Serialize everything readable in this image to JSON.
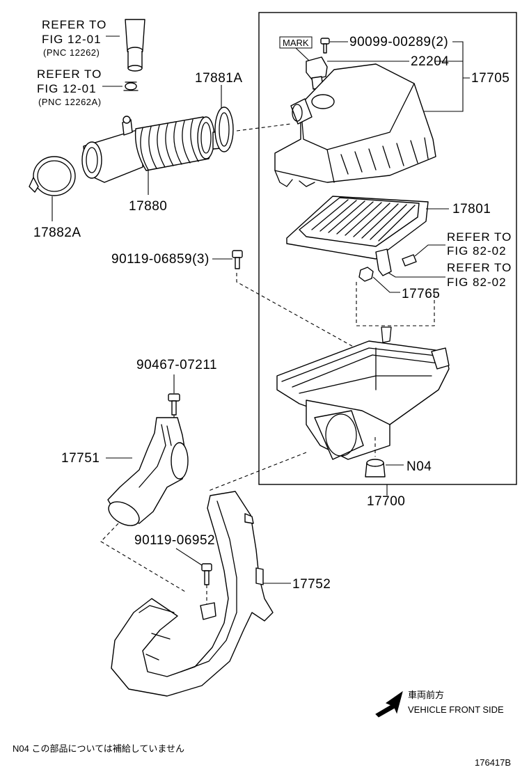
{
  "references": [
    {
      "line1": "REFER TO",
      "line2": "FIG 12-01",
      "line3": "(PNC 12262)"
    },
    {
      "line1": "REFER TO",
      "line2": "FIG 12-01",
      "line3": "(PNC 12262A)"
    },
    {
      "line1": "REFER TO",
      "line2": "FIG 82-02"
    },
    {
      "line1": "REFER TO",
      "line2": "FIG 82-02"
    }
  ],
  "parts": {
    "p17881A": "17881A",
    "p17880": "17880",
    "p17882A": "17882A",
    "p90099": "90099-00289(2)",
    "p22204": "22204",
    "p17705": "17705",
    "mark": "MARK",
    "p17801": "17801",
    "p90119a": "90119-06859(3)",
    "p17765": "17765",
    "p90467": "90467-07211",
    "p17751": "17751",
    "pN04": "N04",
    "p17700": "17700",
    "p90119b": "90119-06952",
    "p17752": "17752"
  },
  "direction": {
    "jp": "車両前方",
    "en": "VEHICLE FRONT SIDE"
  },
  "footnote": "N04 この部品については補給していません",
  "figure_id": "176417B"
}
